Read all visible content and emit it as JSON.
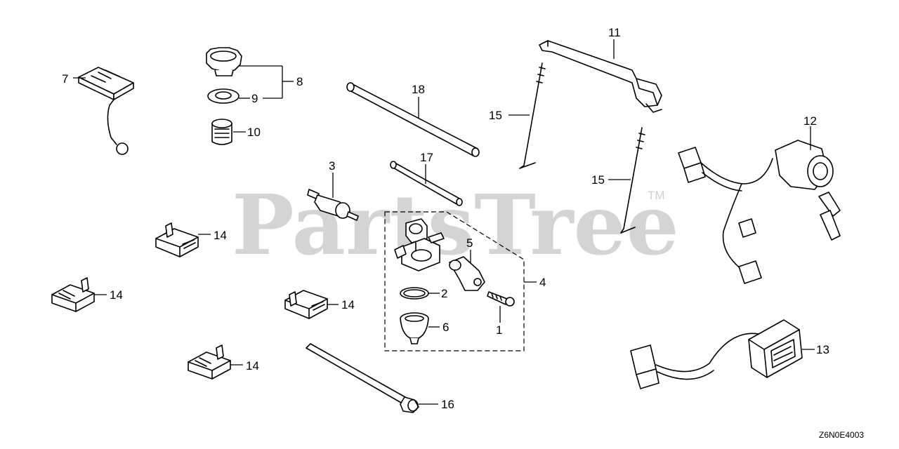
{
  "watermark": {
    "text": "PartsTree",
    "tm": "TM"
  },
  "diagram_code": "Z6N0E4003",
  "callouts": {
    "c1": "1",
    "c2": "2",
    "c3": "3",
    "c4": "4",
    "c5": "5",
    "c6": "6",
    "c7": "7",
    "c8": "8",
    "c9": "9",
    "c10": "10",
    "c11": "11",
    "c12": "12",
    "c13": "13",
    "c14a": "14",
    "c14b": "14",
    "c14c": "14",
    "c14d": "14",
    "c15a": "15",
    "c15b": "15",
    "c16": "16",
    "c17": "17",
    "c18": "18"
  }
}
